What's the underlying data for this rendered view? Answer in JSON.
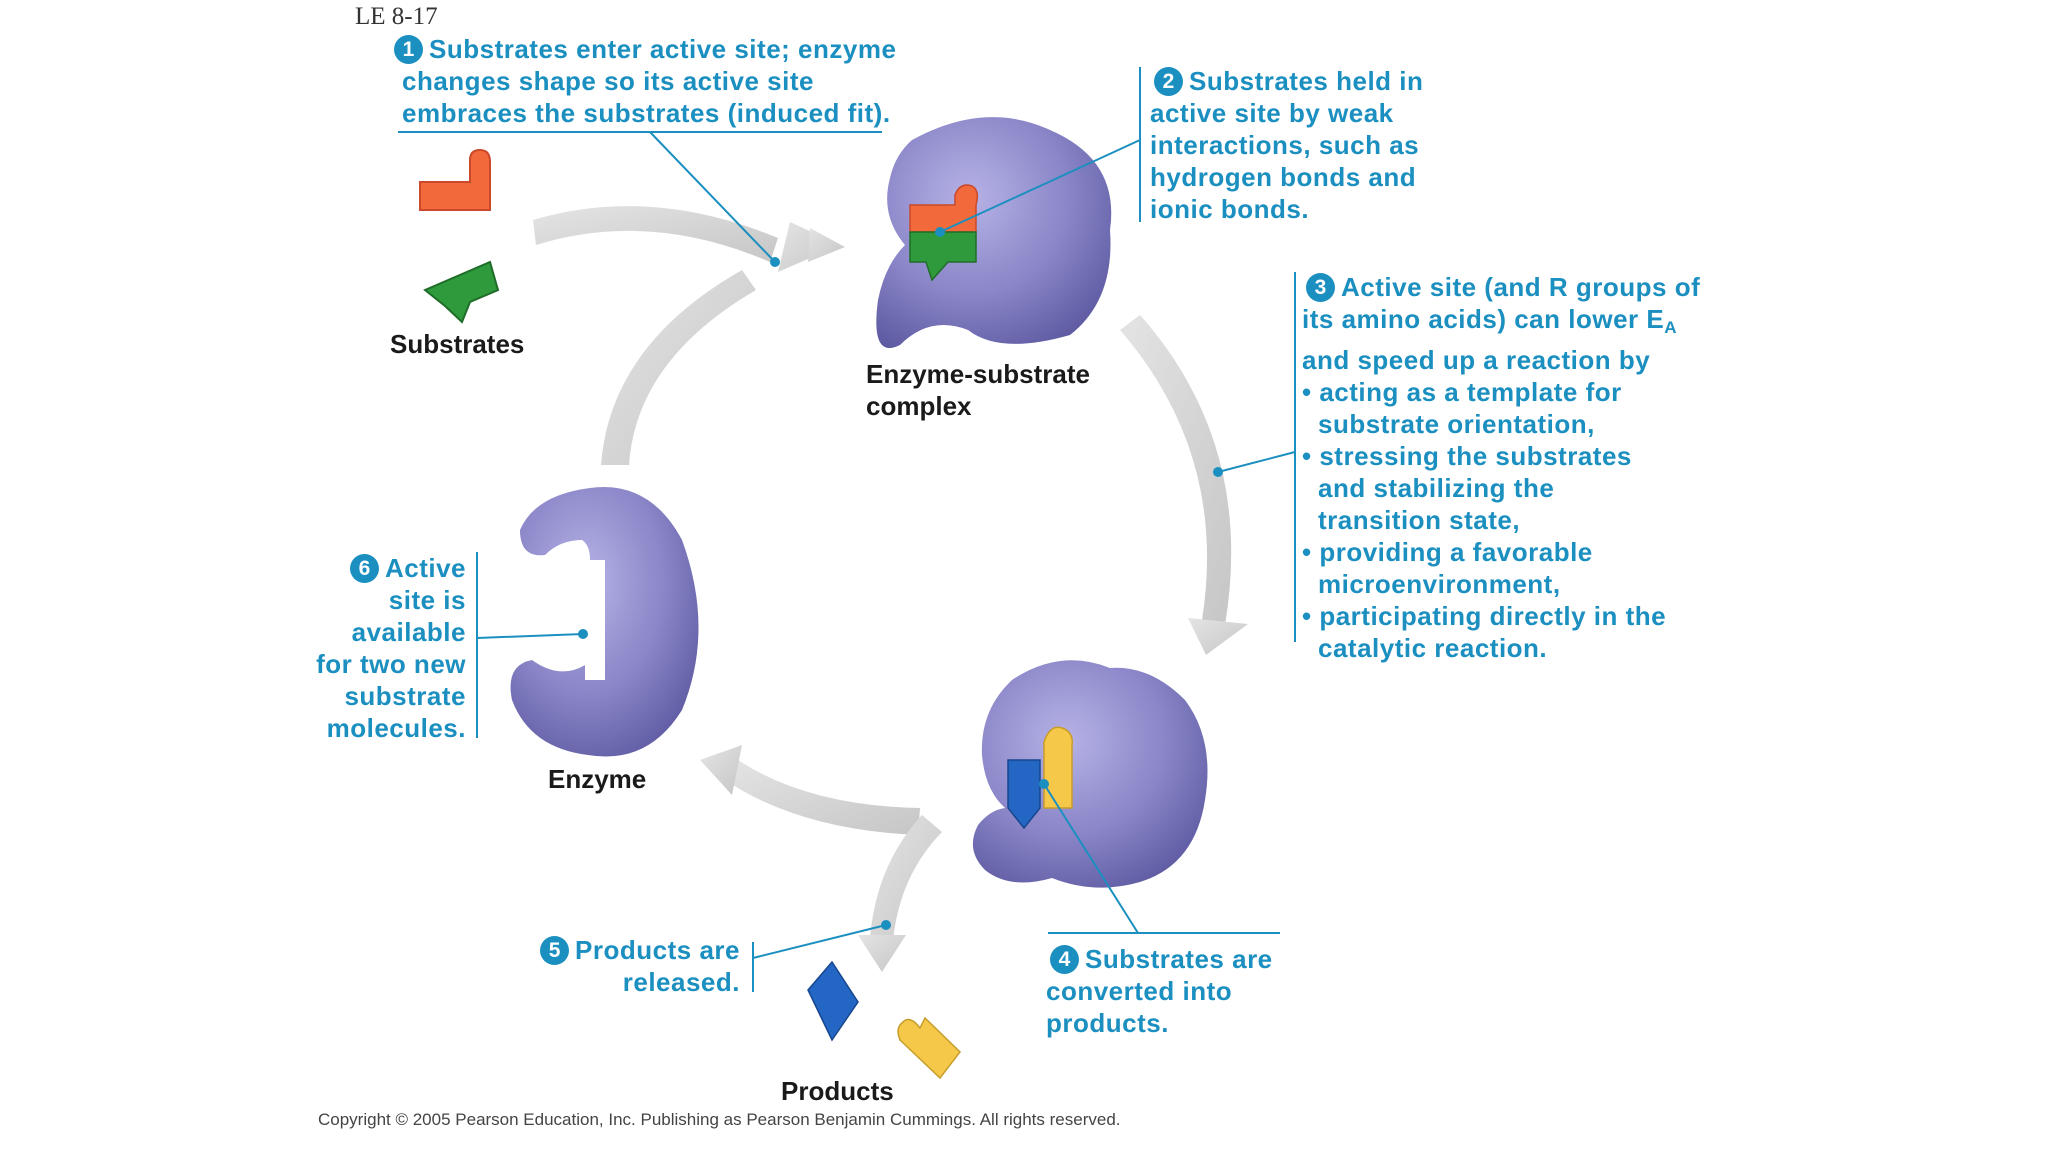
{
  "figure_label": "LE 8-17",
  "labels": {
    "substrates": "Substrates",
    "complex_line1": "Enzyme-substrate",
    "complex_line2": "complex",
    "enzyme": "Enzyme",
    "products": "Products"
  },
  "steps": [
    {
      "number": "1",
      "lines": [
        "Substrates enter active site; enzyme",
        "changes shape so its active site",
        "embraces the substrates (induced fit)."
      ]
    },
    {
      "number": "2",
      "lines": [
        "Substrates held in",
        "active site by weak",
        "interactions, such as",
        "hydrogen bonds and",
        "ionic bonds."
      ]
    },
    {
      "number": "3",
      "intro_line1": "Active site (and R groups of",
      "intro_line2": "its amino acids) can lower E",
      "intro_sub": "A",
      "intro_line3": "and speed up a reaction by",
      "bullets": [
        {
          "l1": "• acting as a template for",
          "l2": "substrate orientation,"
        },
        {
          "l1": "• stressing the substrates",
          "l2": "and stabilizing the",
          "l3": "transition state,"
        },
        {
          "l1": "• providing a favorable",
          "l2": "microenvironment,"
        },
        {
          "l1": "• participating directly in the",
          "l2": "catalytic reaction."
        }
      ]
    },
    {
      "number": "4",
      "lines": [
        "Substrates are",
        "converted into",
        "products."
      ]
    },
    {
      "number": "5",
      "lines": [
        "Products are",
        "released."
      ]
    },
    {
      "number": "6",
      "lines": [
        "Active",
        "site is",
        "available",
        "for two new",
        "substrate",
        "molecules."
      ]
    }
  ],
  "copyright": "Copyright © 2005 Pearson Education, Inc. Publishing as Pearson Benjamin Cummings. All rights reserved.",
  "colors": {
    "annotation": "#1b8fc0",
    "enzyme": "#8a86c8",
    "enzyme_dark": "#5c58a0",
    "arrow": "#d3d3d3",
    "substrate_orange": "#f26a3c",
    "substrate_green": "#2f9a3c",
    "product_blue": "#2466c4",
    "product_yellow": "#f5c84a"
  }
}
